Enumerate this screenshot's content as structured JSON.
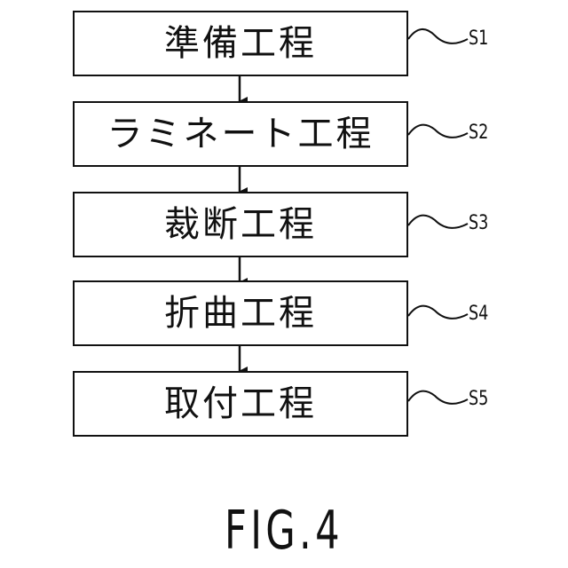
{
  "steps": [
    {
      "label": "準備工程",
      "ref": "S1"
    },
    {
      "label": "ラミネート工程",
      "ref": "S2"
    },
    {
      "label": "裁断工程",
      "ref": "S3"
    },
    {
      "label": "折曲工程",
      "ref": "S4"
    },
    {
      "label": "取付工程",
      "ref": "S5"
    }
  ],
  "caption": "FIG.4"
}
